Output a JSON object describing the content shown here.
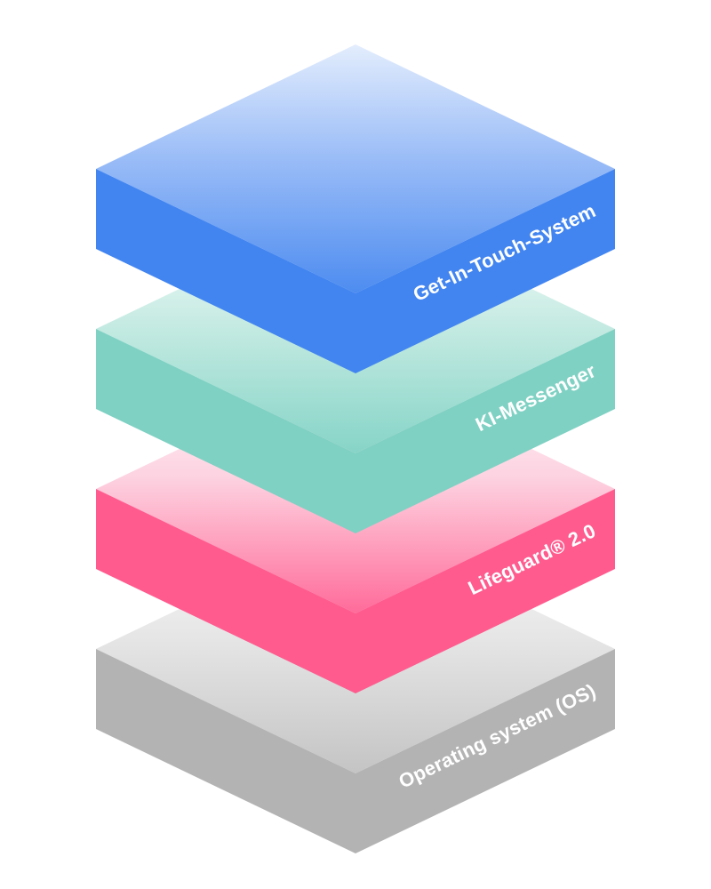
{
  "diagram": {
    "layers": [
      {
        "label": "Get-In-Touch-System",
        "top_light": "#e3edfd",
        "top_mid": "#9bbdf7",
        "top_dark": "#4d8cf0",
        "side": "#4285f1"
      },
      {
        "label": "KI-Messenger",
        "top_light": "#ffffff",
        "top_mid": "#c9ece4",
        "top_dark": "#86d4c7",
        "side": "#7fd1c3"
      },
      {
        "label": "Lifeguard® 2.0",
        "top_light": "#fffafc",
        "top_mid": "#fdd3e1",
        "top_dark": "#ff6b9a",
        "side": "#ff5b8f"
      },
      {
        "label": "Operating system (OS)",
        "top_light": "#fafafa",
        "top_mid": "#e6e6e6",
        "top_dark": "#c4c4c4",
        "side": "#b3b3b3"
      }
    ]
  }
}
